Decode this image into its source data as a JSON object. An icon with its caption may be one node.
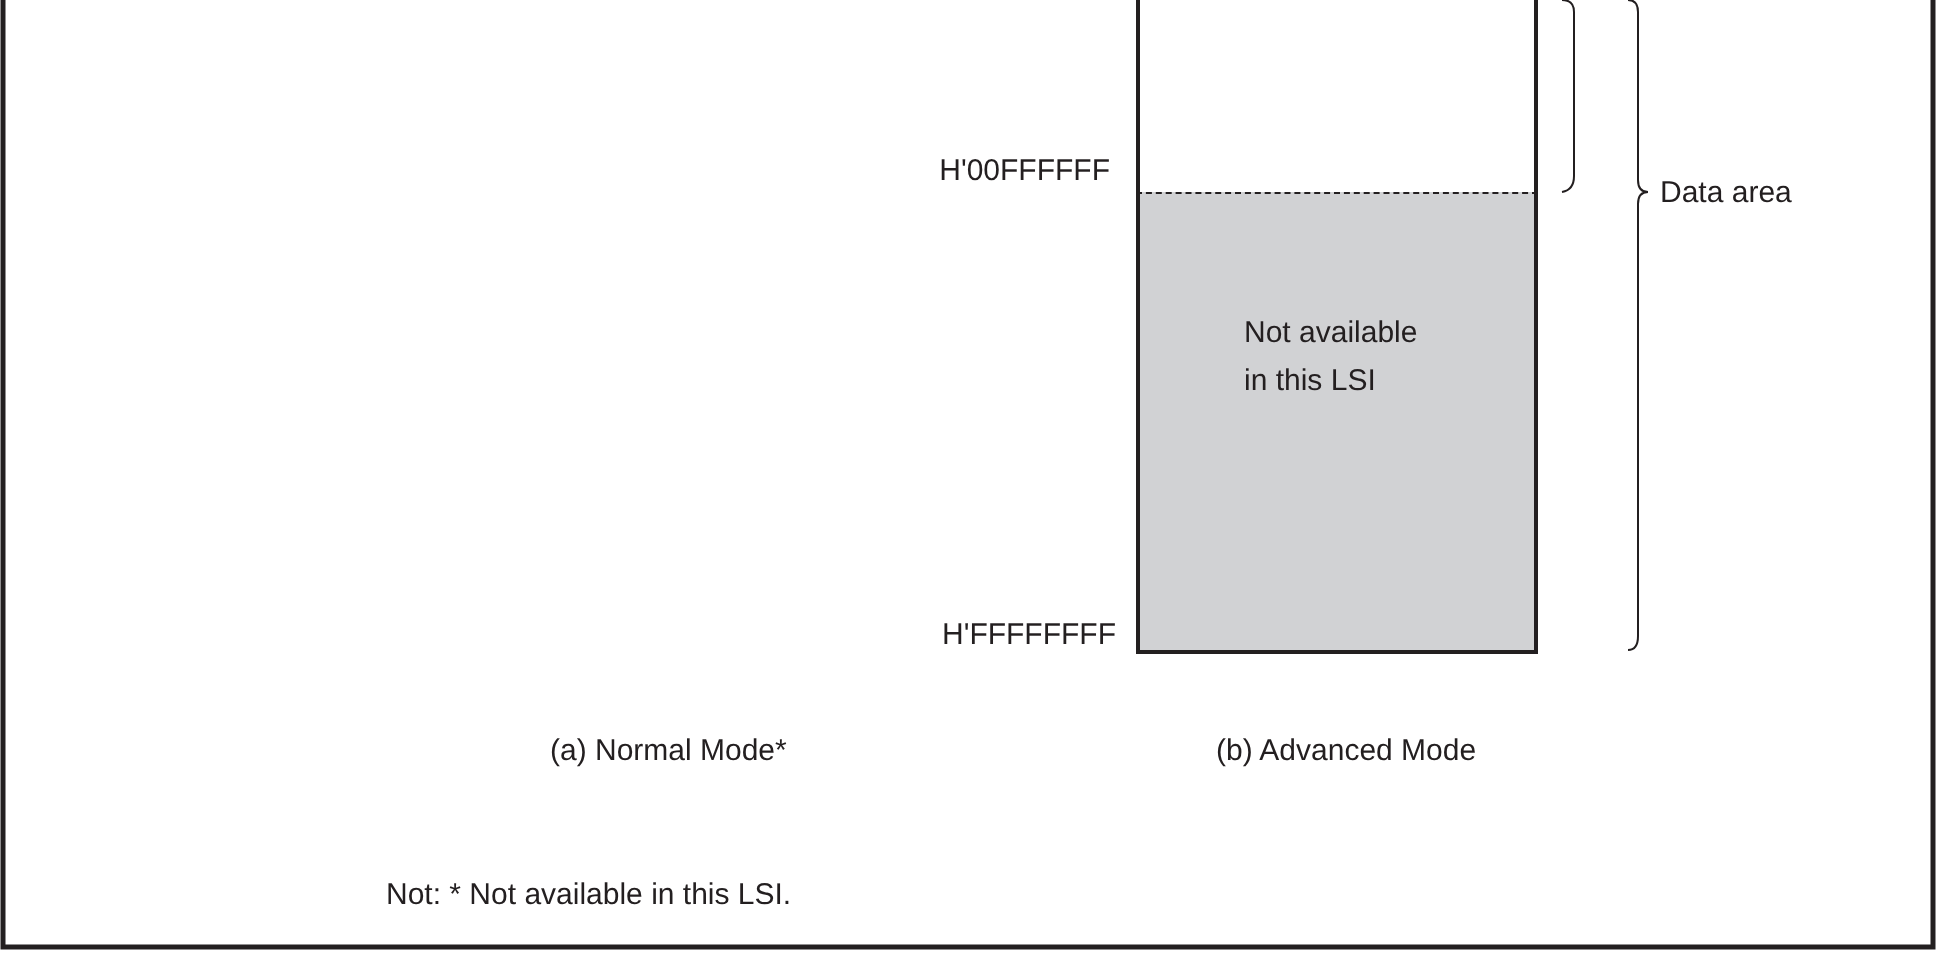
{
  "diagram": {
    "nodes": [
      {
        "text": [],
        "shape": "box"
      },
      {
        "text": [
          "Not available in this LSI"
        ]
      }
    ],
    "labels": [
      "H'00FFFFFF",
      "Data area",
      "H'FFFFFFFF",
      "(a) Normal Mode*",
      "(b) Advanced Mode",
      "Not: * Not available in this LSI."
    ]
  }
}
